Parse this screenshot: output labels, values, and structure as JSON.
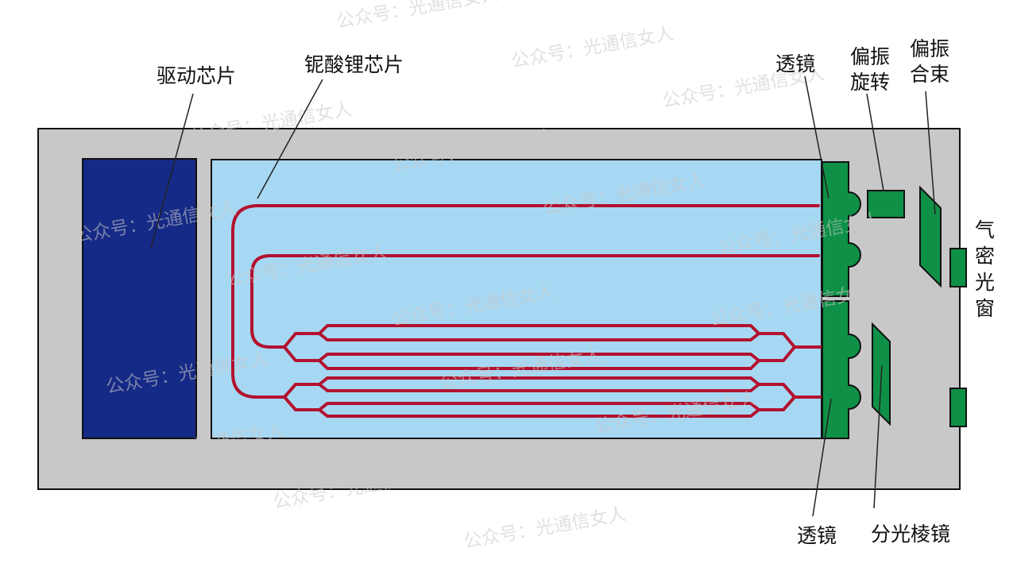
{
  "labels": {
    "driver_chip": "驱动芯片",
    "linbo3_chip": "铌酸锂芯片",
    "lens_top": "透镜",
    "pol_rotation_line1": "偏振",
    "pol_rotation_line2": "旋转",
    "pol_combine_line1": "偏振",
    "pol_combine_line2": "合束",
    "hermetic_window_chars": [
      "气",
      "密",
      "光",
      "窗"
    ],
    "lens_bottom": "透镜",
    "beam_split_prism": "分光棱镜"
  },
  "watermark": "公众号：光通信女人",
  "colors": {
    "housing": "#c8c8c8",
    "driver_chip": "#152a86",
    "linbo3_chip": "#a7d8f3",
    "waveguide": "#b2122f",
    "optics_green": "#0e9147",
    "outline": "#111111"
  }
}
